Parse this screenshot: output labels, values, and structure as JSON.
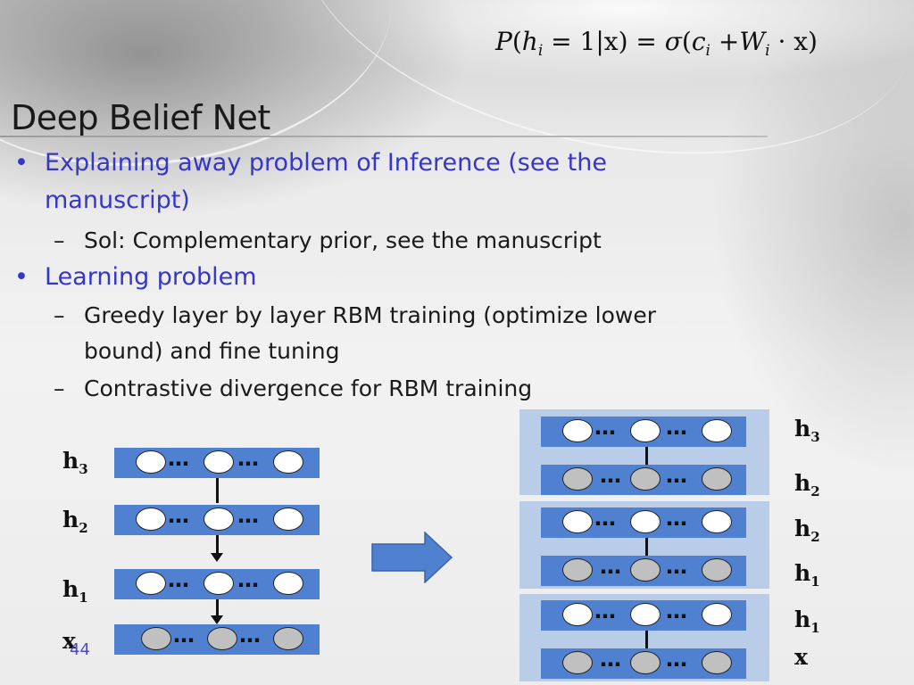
{
  "formula": {
    "P": "P",
    "open1": "(",
    "h": "h",
    "i1": "i",
    "eq1": " = 1|x) = ",
    "sigma": "σ",
    "open2": "(",
    "c": "c",
    "i2": "i",
    "plus": " +",
    "W": "W",
    "i3": "i",
    "tail": " · x)"
  },
  "title": "Deep Belief Net",
  "bullets": [
    {
      "text": "Explaining away problem of Inference (see the manuscript)",
      "subs": [
        "Sol: Complementary prior, see the manuscript"
      ]
    },
    {
      "text": "Learning problem",
      "subs": [
        "Greedy layer by layer RBM training (optimize lower bound) and fine tuning",
        "Contrastive divergence for RBM training"
      ]
    }
  ],
  "bullet_symbol": "•",
  "dash_symbol": "–",
  "left_diagram": {
    "labels": [
      {
        "base": "h",
        "sub": "3"
      },
      {
        "base": "h",
        "sub": "2"
      },
      {
        "base": "h",
        "sub": "1"
      },
      {
        "base": "x",
        "sub": ""
      }
    ]
  },
  "right_diagram": {
    "labels": [
      {
        "base": "h",
        "sub": "3"
      },
      {
        "base": "h",
        "sub": "2"
      },
      {
        "base": "h",
        "sub": "2"
      },
      {
        "base": "h",
        "sub": "1"
      },
      {
        "base": "h",
        "sub": "1"
      },
      {
        "base": "x",
        "sub": ""
      }
    ]
  },
  "ellipsis": "…",
  "page_number": "44",
  "colors": {
    "bullet_blue": "#3636c8",
    "layer_bar": "#4f81d0",
    "panel": "#b9cde8",
    "arrow_fill": "#4f81d0"
  }
}
